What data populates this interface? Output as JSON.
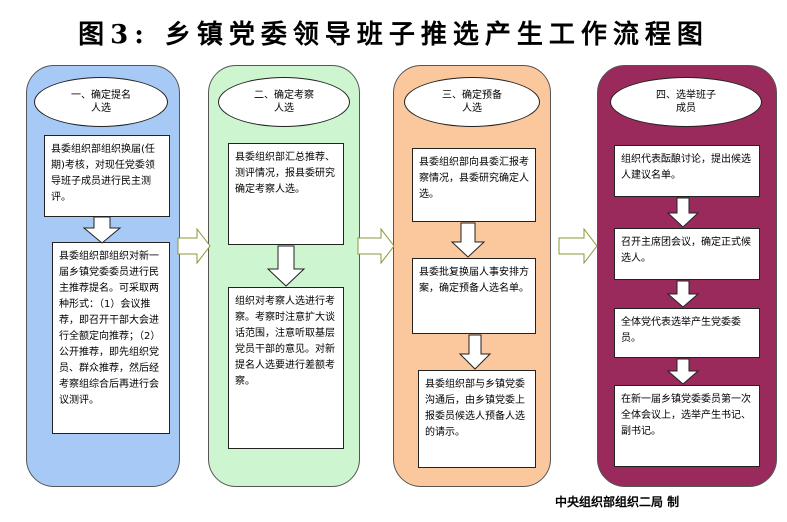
{
  "title": "图3: 乡镇党委领导班子推选产生工作流程图",
  "columns": [
    {
      "header": "一、确定提名\n人选",
      "boxes": [
        "县委组织部组织换届(任期)考核，对现任党委领导班子成员进行民主测评。",
        "县委组织部组织对新一届乡镇党委委员进行民主推荐提名。可采取两种形式：（1）会议推荐，即召开干部大会进行全额定向推荐；（2）公开推荐，即先组织党员、群众推荐，然后经考察组综合后再进行会议测评。"
      ]
    },
    {
      "header": "二、确定考察\n人选",
      "boxes": [
        "县委组织部汇总推荐、测评情况，报县委研究确定考察人选。",
        "组织对考察人选进行考察。考察时注意扩大谈话范围，注意听取基层党员干部的意见。对新提名人选要进行差额考察。"
      ]
    },
    {
      "header": "三、确定预备\n人选",
      "boxes": [
        "县委组织部向县委汇报考察情况，县委研究确定人选。",
        "县委批复换届人事安排方案，确定预备人选名单。",
        "县委组织部与乡镇党委沟通后，由乡镇党委上报委员候选人预备人选的请示。"
      ]
    },
    {
      "header": "四、选举班子\n成员",
      "boxes": [
        "组织代表酝酿讨论，提出候选人建议名单。",
        "召开主席团会议，确定正式候选人。",
        "全体党代表选举产生党委委员。",
        "在新一届乡镇党委委员第一次全体会议上，选举产生书记、副书记。"
      ]
    }
  ],
  "footer": "中央组织部组织二局  制"
}
